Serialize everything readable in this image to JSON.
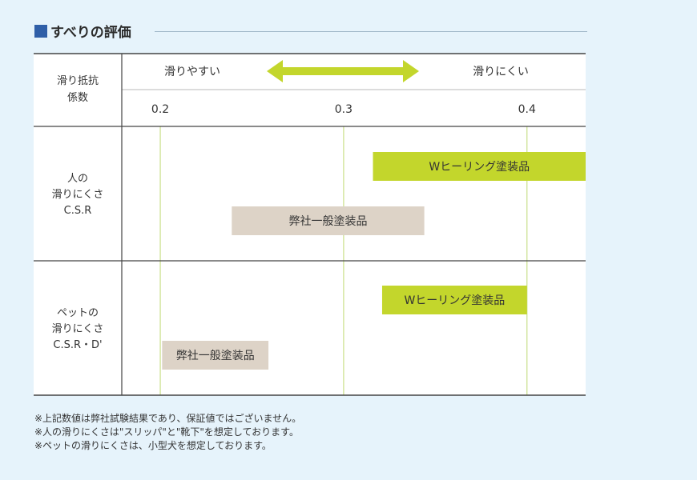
{
  "title": "すべりの評価",
  "chart_data": {
    "type": "bar",
    "header": {
      "row_label": [
        "滑り抵抗",
        "係数"
      ],
      "left_label": "滑りやすい",
      "right_label": "滑りにくい"
    },
    "ticks": [
      "0.2",
      "0.3",
      "0.4"
    ],
    "xlim": [
      0.179,
      0.432
    ],
    "rows": [
      {
        "label": [
          "人の",
          "滑りにくさ",
          "C.S.R"
        ],
        "bars": [
          {
            "name": "Wヒーリング塗装品",
            "start": 0.316,
            "end": 0.432,
            "color": "#c3d62c"
          },
          {
            "name": "弊社一般塗装品",
            "start": 0.239,
            "end": 0.344,
            "color": "#ddd3c7"
          }
        ]
      },
      {
        "label": [
          "ペットの",
          "滑りにくさ",
          "C.S.R・D'"
        ],
        "bars": [
          {
            "name": "Wヒーリング塗装品",
            "start": 0.321,
            "end": 0.4,
            "color": "#c3d62c"
          },
          {
            "name": "弊社一般塗装品",
            "start": 0.201,
            "end": 0.259,
            "color": "#ddd3c7"
          }
        ]
      }
    ]
  },
  "notes": [
    "※上記数値は弊社試験結果であり、保証値ではございません。",
    "※人の滑りにくさは\"スリッパ\"と\"靴下\"を想定しております。",
    "※ペットの滑りにくさは、小型犬を想定しております。"
  ],
  "colors": {
    "background": "#e6f3fb",
    "accent_square": "#2f5fa8",
    "arrow": "#c3d62c",
    "gridline": "#c9df8a",
    "border": "#444444"
  }
}
